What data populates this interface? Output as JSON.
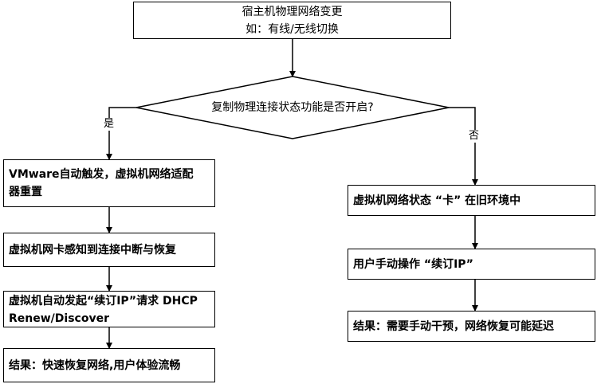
{
  "top_box": {
    "line1": "宿主机物理网络变更",
    "line2": "如：有线/无线切换"
  },
  "decision": {
    "text": "复制物理连接状态功能是否开启?"
  },
  "branches": {
    "yes_label": "是",
    "no_label": "否"
  },
  "left_steps": [
    {
      "line1": "VMware自动触发，虚拟机网络适配",
      "line2": "器重置"
    },
    {
      "text": "虚拟机网卡感知到连接中断与恢复"
    },
    {
      "line1": "虚拟机自动发起“续订IP”请求 DHCP",
      "line2": "Renew/Discover"
    },
    {
      "text": "结果：快速恢复网络,用户体验流畅"
    }
  ],
  "right_steps": [
    {
      "text": "虚拟机网络状态 “卡” 在旧环境中"
    },
    {
      "text": "用户手动操作 “续订IP”"
    },
    {
      "text": "结果：需要手动干预，网络恢复可能延迟"
    }
  ]
}
